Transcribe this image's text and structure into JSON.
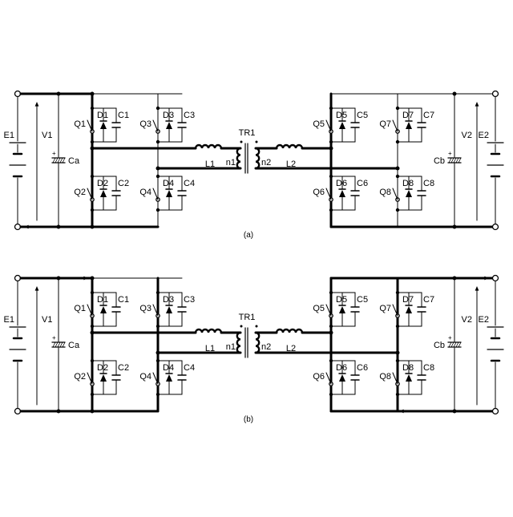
{
  "panels": [
    {
      "caption": "(a)",
      "left": {
        "source": "E1",
        "voltage": "V1",
        "capacitor": "Ca"
      },
      "right": {
        "source": "E2",
        "voltage": "V2",
        "capacitor": "Cb"
      },
      "transformer": {
        "name": "TR1",
        "primary": "n1",
        "secondary": "n2"
      },
      "inductors": [
        "L1",
        "L2"
      ],
      "cells": [
        {
          "q": "Q1",
          "d": "D1",
          "c": "C1"
        },
        {
          "q": "Q2",
          "d": "D2",
          "c": "C2"
        },
        {
          "q": "Q3",
          "d": "D3",
          "c": "C3"
        },
        {
          "q": "Q4",
          "d": "D4",
          "c": "C4"
        },
        {
          "q": "Q5",
          "d": "D5",
          "c": "C5"
        },
        {
          "q": "Q6",
          "d": "D6",
          "c": "C6"
        },
        {
          "q": "Q7",
          "d": "D7",
          "c": "C7"
        },
        {
          "q": "Q8",
          "d": "D8",
          "c": "C8"
        }
      ]
    },
    {
      "caption": "(b)",
      "left": {
        "source": "E1",
        "voltage": "V1",
        "capacitor": "Ca"
      },
      "right": {
        "source": "E2",
        "voltage": "V2",
        "capacitor": "Cb"
      },
      "transformer": {
        "name": "TR1",
        "primary": "n1",
        "secondary": "n2"
      },
      "inductors": [
        "L1",
        "L2"
      ],
      "cells": [
        {
          "q": "Q1",
          "d": "D1",
          "c": "C1"
        },
        {
          "q": "Q2",
          "d": "D2",
          "c": "C2"
        },
        {
          "q": "Q3",
          "d": "D3",
          "c": "C3"
        },
        {
          "q": "Q4",
          "d": "D4",
          "c": "C4"
        },
        {
          "q": "Q5",
          "d": "D5",
          "c": "C5"
        },
        {
          "q": "Q6",
          "d": "D6",
          "c": "C6"
        },
        {
          "q": "Q7",
          "d": "D7",
          "c": "C7"
        },
        {
          "q": "Q8",
          "d": "D8",
          "c": "C8"
        }
      ]
    }
  ]
}
